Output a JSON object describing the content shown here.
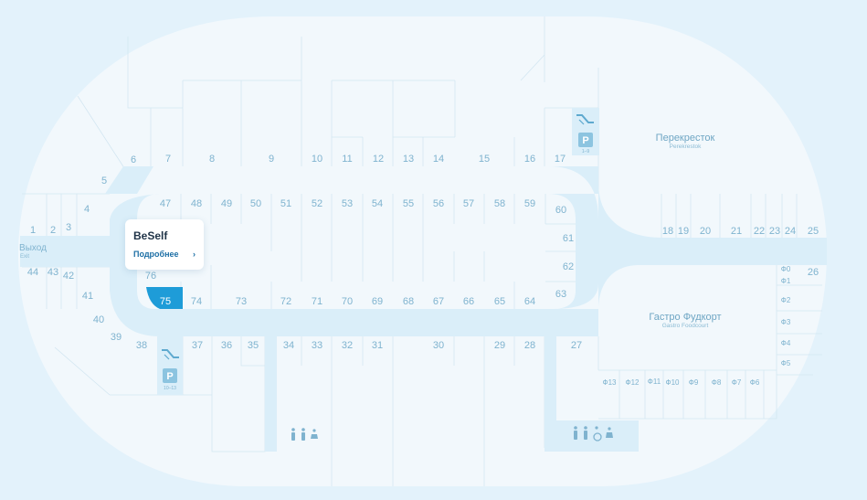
{
  "colors": {
    "background": "#e3f2fb",
    "floor": "#f2f8fc",
    "corridor": "#daeef9",
    "wall": "#d3e6f1",
    "label": "#7fb3cf",
    "highlight": "#1e9cd8",
    "link": "#1d6fa5"
  },
  "units": {
    "top_row": [
      "5",
      "6",
      "7",
      "8",
      "9",
      "10",
      "11",
      "12",
      "13",
      "14",
      "15",
      "16",
      "17"
    ],
    "left": [
      "4",
      "3",
      "2",
      "1",
      "44",
      "43",
      "42",
      "41",
      "40",
      "39"
    ],
    "inner_top": [
      "47",
      "48",
      "49",
      "50",
      "51",
      "52",
      "53",
      "54",
      "55",
      "56",
      "57",
      "58",
      "59"
    ],
    "inner_right": [
      "60",
      "61",
      "62",
      "63"
    ],
    "inner_bottom": [
      "76",
      "75",
      "74",
      "73",
      "72",
      "71",
      "70",
      "69",
      "68",
      "67",
      "66",
      "65",
      "64"
    ],
    "bottom_row": [
      "38",
      "37",
      "36",
      "35",
      "34",
      "33",
      "32",
      "31",
      "30",
      "29",
      "28",
      "27"
    ],
    "right": [
      "18",
      "19",
      "20",
      "21",
      "22",
      "23",
      "24",
      "25",
      "26"
    ]
  },
  "selected_unit": "75",
  "anchors": {
    "supermarket": {
      "name": "Перекресток",
      "sub": "Perekrestok"
    },
    "foodcourt": {
      "name": "Гастро Фудкорт",
      "sub": "Gastro Foodcourt"
    }
  },
  "foodcourt_units": {
    "column": [
      "Ф0",
      "Ф1",
      "Ф2",
      "Ф3",
      "Ф4",
      "Ф5"
    ],
    "row": [
      "Ф13",
      "Ф12",
      "Ф11",
      "Ф10",
      "Ф9",
      "Ф8",
      "Ф7",
      "Ф6"
    ]
  },
  "exit": {
    "label": "Выход",
    "sub": "Exit"
  },
  "parking": [
    {
      "icon": "parking-icon",
      "letter": "P",
      "levels": "1–9"
    },
    {
      "icon": "parking-icon",
      "letter": "P",
      "levels": "10–13"
    }
  ],
  "popup": {
    "title": "BeSelf",
    "link": "Подробнее",
    "arrow": "›"
  },
  "icons": [
    "escalator-icon",
    "parking-icon",
    "restroom-icon"
  ]
}
